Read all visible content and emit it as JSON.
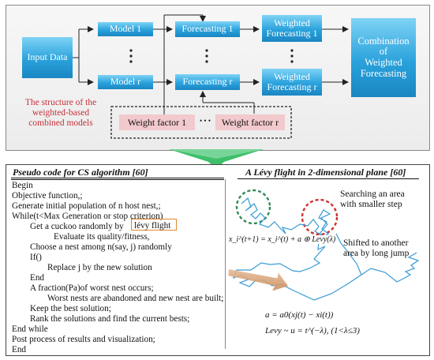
{
  "flow": {
    "input": "Input Data",
    "model1": "Model 1",
    "modelr": "Model r",
    "fc1": "Forecasting 1",
    "fcr": "Forecasting r",
    "wfc1_a": "Weighted",
    "wfc1_b": "Forecasting 1",
    "wfcr_a": "Weighted",
    "wfcr_b": "Forecasting r",
    "comb_a": "Combination",
    "comb_b": "of",
    "comb_c": "Weighted",
    "comb_d": "Forecasting",
    "caption_a": "The structure of the",
    "caption_b": "weighted-based",
    "caption_c": "combined models",
    "wf1": "Weight factor 1",
    "dots": "• • •",
    "wfr": "Weight factor r"
  },
  "pseudo": {
    "title": "Pseudo code for CS algorithm [60]",
    "lines": [
      "Begin",
      "Objective function,;",
      "Generate initial population of n host nest,;",
      "While(t<Max Generation or stop criterion)",
      "Get a cuckoo randomly by",
      "lévy flight",
      "Evaluate its quality/fitness,",
      "Choose a nest among n(say, j) randomly",
      "If()",
      "Replace j by the new solution",
      "End",
      "A fraction(Pa)of worst nest occurs;",
      "Worst nests are abandoned and new nest are built;",
      "Keep the best solution;",
      "Rank the solutions and find the current bests;",
      "End while",
      "Post process of results and visualization;",
      "End"
    ]
  },
  "levy": {
    "title": "A Lévy flight in 2-dimensional plane [60]",
    "search_a": "Searching an area",
    "search_b": "with smaller step",
    "shift_a": "Shifted to another",
    "shift_b": "area by long jump",
    "eq_update": "x_i^(t+1) = x_i^(t) + a ⊕ Levy(λ)",
    "eq_a": "a = a0(xj(t) − xi(t))",
    "eq_levy": "Levy ~ u = t^(−λ),   (1<λ≤3)"
  },
  "colors": {
    "blue": "#2aa2dc",
    "pink": "#f2c9cc",
    "orange": "#e0882d",
    "green_arrow": "#3ec06b",
    "path": "#3a9bd6",
    "caption": "#c6303a",
    "circle_green": "#2e8b57",
    "circle_red": "#d03030"
  }
}
